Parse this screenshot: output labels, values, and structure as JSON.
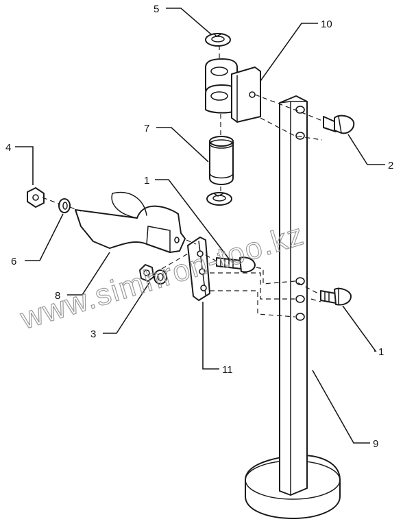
{
  "watermark": "www.simhron-too.kz",
  "callouts": [
    {
      "id": "c5",
      "label": "5"
    },
    {
      "id": "c10",
      "label": "10"
    },
    {
      "id": "c7",
      "label": "7"
    },
    {
      "id": "c4",
      "label": "4"
    },
    {
      "id": "c2",
      "label": "2"
    },
    {
      "id": "c1a",
      "label": "1"
    },
    {
      "id": "c6",
      "label": "6"
    },
    {
      "id": "c8",
      "label": "8"
    },
    {
      "id": "c3",
      "label": "3"
    },
    {
      "id": "c11",
      "label": "11"
    },
    {
      "id": "c1b",
      "label": "1"
    },
    {
      "id": "c9",
      "label": "9"
    }
  ],
  "colors": {
    "ink": "#1a1a1a",
    "watermark": "#9a9a9a",
    "background": "#ffffff"
  }
}
